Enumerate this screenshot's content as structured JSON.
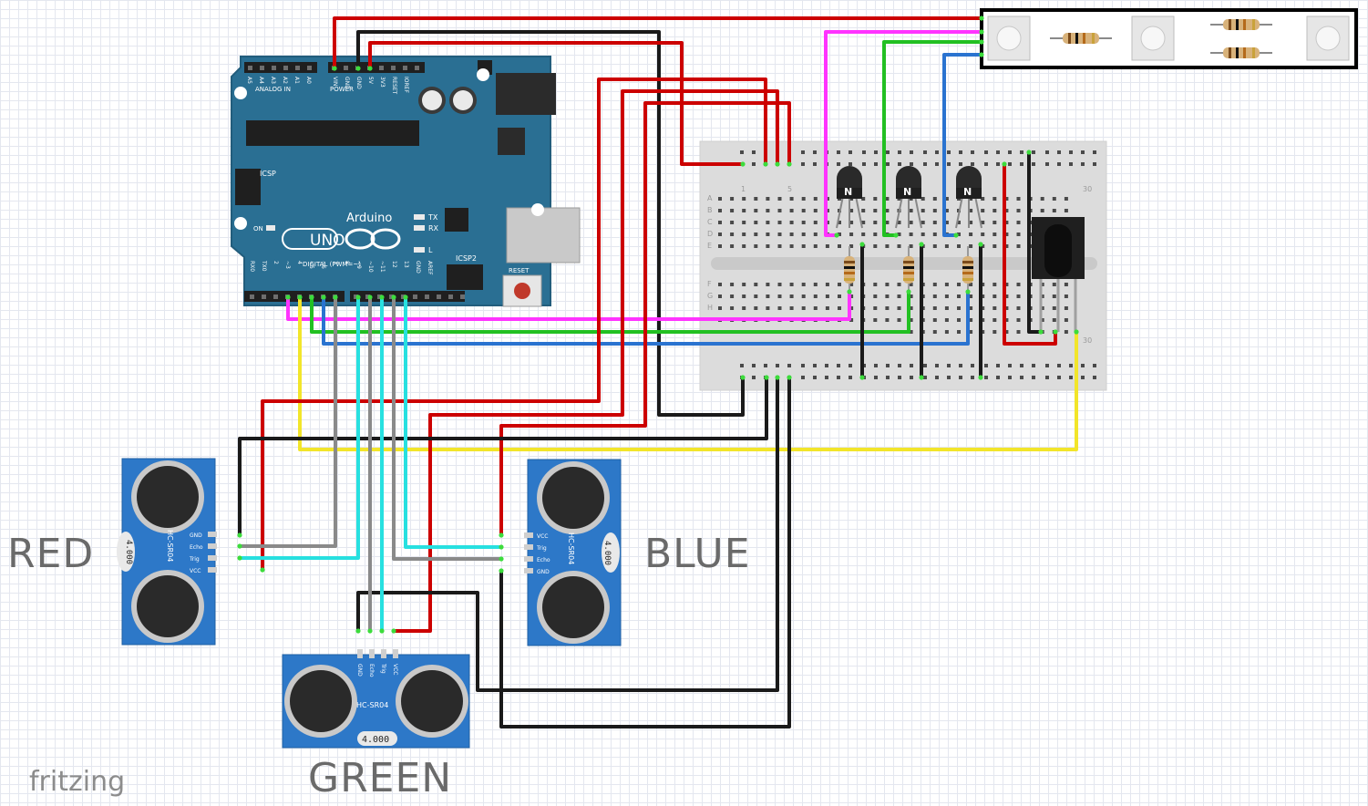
{
  "labels": {
    "red": "RED",
    "blue": "BLUE",
    "green": "GREEN",
    "brand": "fritzing"
  },
  "arduino": {
    "brand": "Arduino",
    "model": "UNO",
    "analog_header": "ANALOG IN",
    "power_header": "POWER",
    "digital_header": "DIGITAL (PWM=~)",
    "icsp": "ICSP",
    "icsp2": "ICSP2",
    "reset": "RESET",
    "on": "ON",
    "tx": "TX",
    "rx": "RX",
    "l": "L",
    "analog_pins": [
      "A5",
      "A4",
      "A3",
      "A2",
      "A1",
      "A0"
    ],
    "power_pins": [
      "VIN",
      "GND",
      "GND",
      "5V",
      "3V3",
      "RESET",
      "IOREF"
    ],
    "digital_pins": [
      "RX0",
      "TX0",
      "2",
      "~3",
      "4",
      "~5",
      "~6",
      "7",
      "8",
      "~9",
      "~10",
      "~11",
      "12",
      "13",
      "GND",
      "AREF"
    ]
  },
  "sensors": {
    "model": "HC-SR04",
    "crystal": "4.000",
    "pins": [
      "GND",
      "Echo",
      "Trig",
      "VCC"
    ]
  },
  "breadboard": {
    "rows_top": [
      "A",
      "B",
      "C",
      "D",
      "E"
    ],
    "rows_bottom": [
      "F",
      "G",
      "H"
    ],
    "col_marks": [
      "1",
      "5",
      "30"
    ]
  },
  "transistors": {
    "mark": "N"
  },
  "colors": {
    "red_wire": "#cc0000",
    "black_wire": "#1a1a1a",
    "magenta_wire": "#ff33ff",
    "green_wire": "#22c022",
    "blue_wire": "#2a73d0",
    "yellow_wire": "#f2e52a",
    "cyan_wire": "#27e0e0",
    "gray_wire": "#8a8a8a",
    "board_blue": "#2a6f93",
    "sensor_blue": "#2d78c8"
  }
}
